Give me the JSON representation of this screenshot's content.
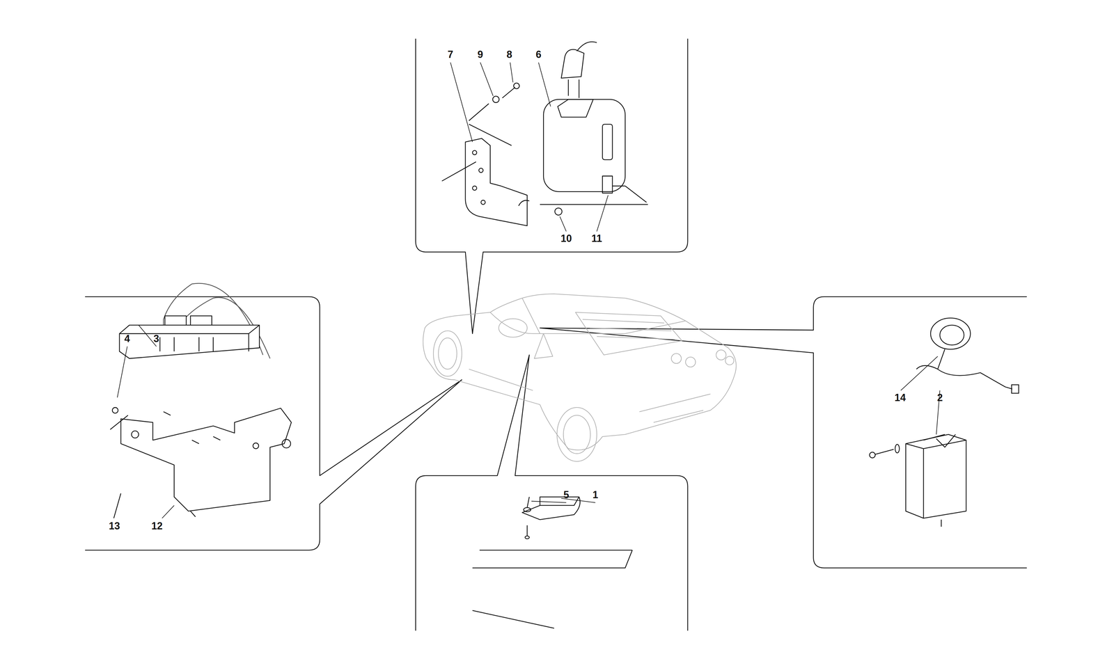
{
  "diagram": {
    "labels": [
      "7",
      "9",
      "8",
      "6",
      "10",
      "11",
      "4",
      "3",
      "14",
      "2",
      "5",
      "1",
      "13",
      "12"
    ]
  }
}
